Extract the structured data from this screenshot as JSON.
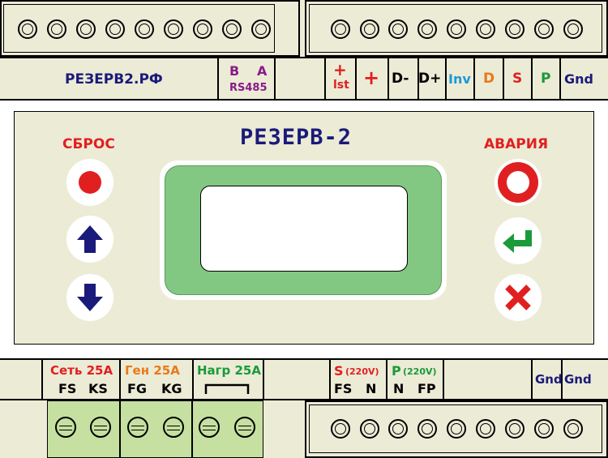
{
  "brand": {
    "website": "РЕЗЕРВ2.РФ",
    "title": "РЕЗЕРВ-2"
  },
  "rs485": {
    "b": "B",
    "a": "A",
    "label": "RS485"
  },
  "top_terminals": {
    "plus_lst": "+",
    "lst": "lst",
    "plus": "+",
    "d_minus": "D-",
    "d_plus": "D+",
    "inv": "Inv",
    "d": "D",
    "s": "S",
    "p": "P",
    "gnd": "Gnd"
  },
  "buttons": {
    "reset_label": "СБРОС",
    "alarm_label": "АВАРИЯ"
  },
  "bottom_terminals": {
    "set_label": "Сеть 25А",
    "set_fs": "FS",
    "set_ks": "KS",
    "gen_label": "Ген 25А",
    "gen_fg": "FG",
    "gen_kg": "KG",
    "load_label": "Нагр 25А",
    "s_label": "S",
    "s_volt": "(220V)",
    "s_fs": "FS",
    "s_n": "N",
    "p_label": "P",
    "p_volt": "(220V)",
    "p_n": "N",
    "p_fp": "FP",
    "gnd1": "Gnd",
    "gnd2": "Gnd"
  },
  "colors": {
    "red": "#e02020",
    "navy": "#1a1a7a",
    "purple": "#8a1a8a",
    "cyan": "#1a9ad6",
    "orange": "#e87a1a",
    "green": "#1a9a3a",
    "lcd_green": "#82c882"
  },
  "icons": {
    "reset": "red-dot-icon",
    "up": "arrow-up-icon",
    "down": "arrow-down-icon",
    "alarm": "red-ring-icon",
    "enter": "enter-arrow-icon",
    "cancel": "red-x-icon"
  }
}
